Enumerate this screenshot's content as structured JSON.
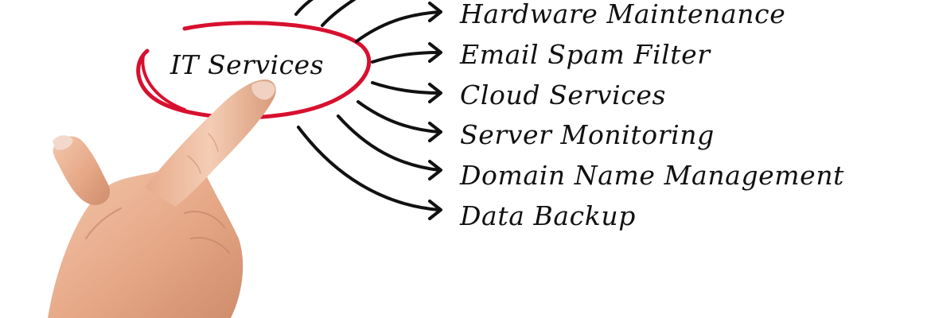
{
  "diagram": {
    "center": "IT Services",
    "items": [
      "Hardware Maintenance",
      "Email Spam Filter",
      "Cloud Services",
      "Server Monitoring",
      "Domain Name Management",
      "Data Backup"
    ]
  },
  "colors": {
    "circle": "#d8102f",
    "ink": "#111111",
    "skin": "#e9b08f",
    "background": "#ffffff"
  }
}
